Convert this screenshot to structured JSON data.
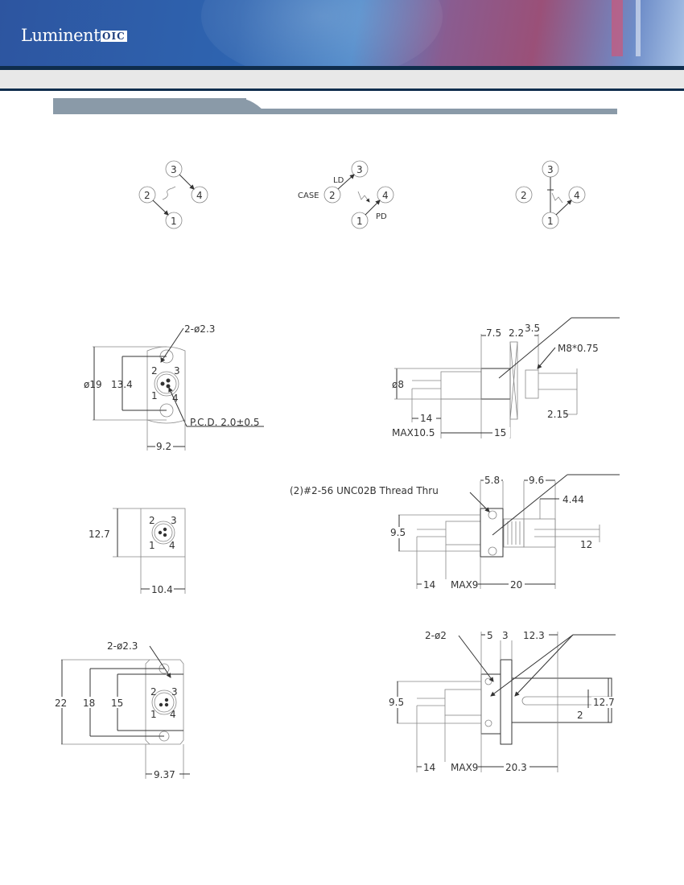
{
  "header": {
    "logo_text": "Luminent",
    "logo_box": "OIC",
    "brand_color": "#2d55a0",
    "rule_color": "#0f2d4d",
    "section_bar_color": "#8a9aa8"
  },
  "pin_diagrams": [
    {
      "pins": [
        "1",
        "2",
        "3",
        "4"
      ]
    },
    {
      "pins": [
        "1",
        "2",
        "3",
        "4"
      ],
      "labels": {
        "ld": "LD",
        "case": "CASE",
        "pd": "PD"
      }
    },
    {
      "pins": [
        "1",
        "2",
        "3",
        "4"
      ]
    }
  ],
  "drawings": {
    "flange_round": {
      "holes": "2-ø2.3",
      "dia": "ø19",
      "pitch": "13.4",
      "pcd": "P.C.D. 2.0±0.5",
      "width": "9.2",
      "pins": [
        "1",
        "2",
        "3",
        "4"
      ]
    },
    "side_threaded": {
      "d1": "7.5",
      "d2": "2.2",
      "d3": "3.5",
      "thread": "M8*0.75",
      "dia": "ø8",
      "lead": "14",
      "max": "MAX10.5",
      "len": "15",
      "fiber": "2.15"
    },
    "flange_square": {
      "height": "12.7",
      "width": "10.4",
      "pins": [
        "1",
        "2",
        "3",
        "4"
      ]
    },
    "side_square": {
      "thread_note": "(2)#2-56 UNC02B Thread Thru",
      "d1": "5.8",
      "d2": "9.6",
      "d3": "4.44",
      "height": "9.5",
      "fiber": "12",
      "lead": "14",
      "max": "MAX9",
      "len": "20"
    },
    "side_plate": {
      "holes": "2-ø2",
      "d1": "5",
      "d2": "3",
      "d3": "12.3",
      "height": "9.5",
      "plate": "12.7",
      "slot": "2",
      "lead": "14",
      "max": "MAX9",
      "len": "20.3"
    },
    "flange_rect": {
      "holes": "2-ø2.3",
      "h1": "22",
      "h2": "18",
      "h3": "15",
      "width": "9.37",
      "pins": [
        "1",
        "2",
        "3",
        "4"
      ]
    }
  }
}
